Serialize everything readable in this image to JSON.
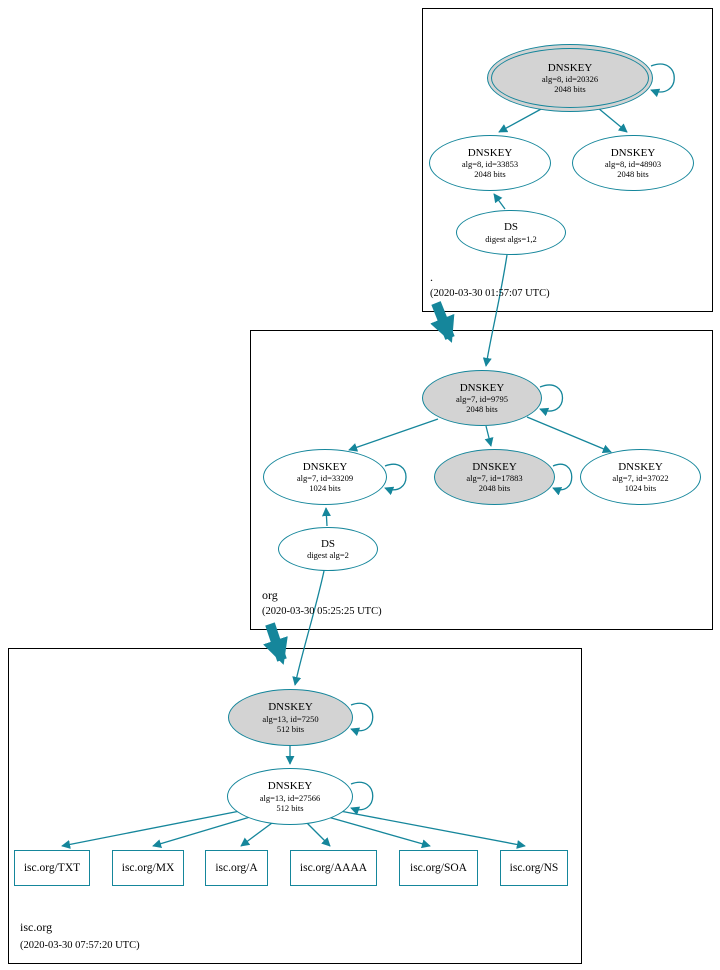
{
  "diagram": {
    "colors": {
      "edge": "#15869b",
      "ksk_fill": "#d3d3d3",
      "node_fill": "#ffffff",
      "zone_border": "#000000"
    },
    "zones": {
      "root": {
        "label": ".",
        "timestamp": "(2020-03-30 01:57:07 UTC)",
        "ksk": {
          "title": "DNSKEY",
          "detail1": "alg=8, id=20326",
          "detail2": "2048 bits"
        },
        "zsk": {
          "title": "DNSKEY",
          "detail1": "alg=8, id=33853",
          "detail2": "2048 bits"
        },
        "key2": {
          "title": "DNSKEY",
          "detail1": "alg=8, id=48903",
          "detail2": "2048 bits"
        },
        "ds": {
          "title": "DS",
          "detail1": "digest algs=1,2"
        }
      },
      "org": {
        "label": "org",
        "timestamp": "(2020-03-30 05:25:25 UTC)",
        "ksk": {
          "title": "DNSKEY",
          "detail1": "alg=7, id=9795",
          "detail2": "2048 bits"
        },
        "key_left": {
          "title": "DNSKEY",
          "detail1": "alg=7, id=33209",
          "detail2": "1024 bits"
        },
        "key_mid": {
          "title": "DNSKEY",
          "detail1": "alg=7, id=17883",
          "detail2": "2048 bits"
        },
        "key_right": {
          "title": "DNSKEY",
          "detail1": "alg=7, id=37022",
          "detail2": "1024 bits"
        },
        "ds": {
          "title": "DS",
          "detail1": "digest alg=2"
        }
      },
      "isc": {
        "label": "isc.org",
        "timestamp": "(2020-03-30 07:57:20 UTC)",
        "ksk": {
          "title": "DNSKEY",
          "detail1": "alg=13, id=7250",
          "detail2": "512 bits"
        },
        "zsk": {
          "title": "DNSKEY",
          "detail1": "alg=13, id=27566",
          "detail2": "512 bits"
        },
        "rrsets": {
          "txt": "isc.org/TXT",
          "mx": "isc.org/MX",
          "a": "isc.org/A",
          "aaaa": "isc.org/AAAA",
          "soa": "isc.org/SOA",
          "ns": "isc.org/NS"
        }
      }
    }
  }
}
